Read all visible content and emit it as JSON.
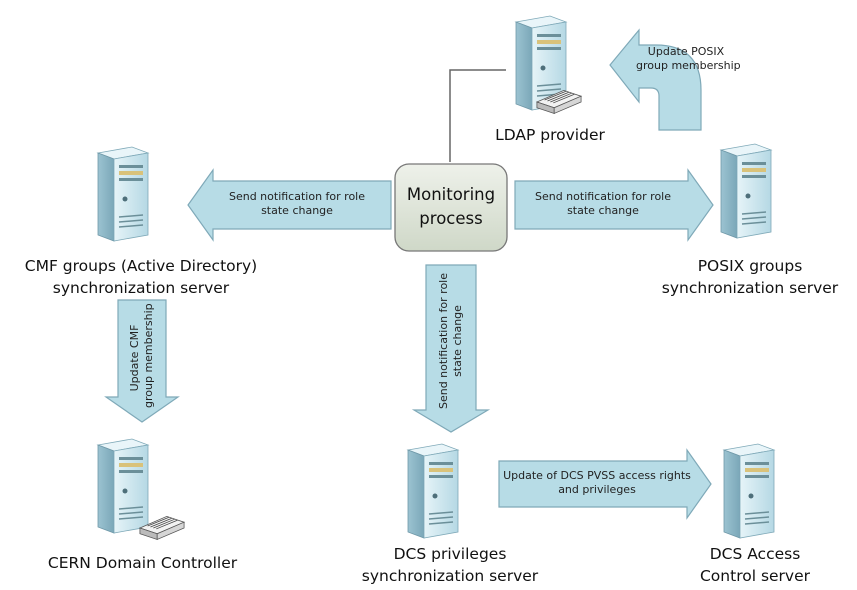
{
  "hub": {
    "line1": "Monitoring",
    "line2": "process"
  },
  "servers": {
    "ldap": {
      "line1": "LDAP provider"
    },
    "cmf": {
      "line1": "CMF groups (Active Directory)",
      "line2": "synchronization server"
    },
    "posix": {
      "line1": "POSIX groups",
      "line2": "synchronization server"
    },
    "domain_controller": {
      "line1": "CERN Domain Controller"
    },
    "dcs_privileges": {
      "line1": "DCS privileges",
      "line2": "synchronization server"
    },
    "dcs_access": {
      "line1": "DCS Access",
      "line2": "Control server"
    }
  },
  "arrows": {
    "to_cmf": {
      "line1": "Send notification for role",
      "line2": "state change"
    },
    "to_posix": {
      "line1": "Send notification for role",
      "line2": "state change"
    },
    "to_dcs": {
      "line1": "Send notification for role",
      "line2": "state change"
    },
    "posix_to_ldap": {
      "line1": "Update POSIX",
      "line2": "group membership"
    },
    "cmf_to_dc": {
      "line1": "Update CMF",
      "line2": "group membership"
    },
    "dcs_to_access": {
      "line1": "Update of DCS PVSS access rights",
      "line2": "and privileges"
    }
  },
  "colors": {
    "arrow_fill": "#b7dce6",
    "arrow_stroke": "#7fa9b8",
    "hub_fill": "#dfe6da",
    "server_body": "#bfe0ea",
    "server_side": "#8fb8c8"
  }
}
